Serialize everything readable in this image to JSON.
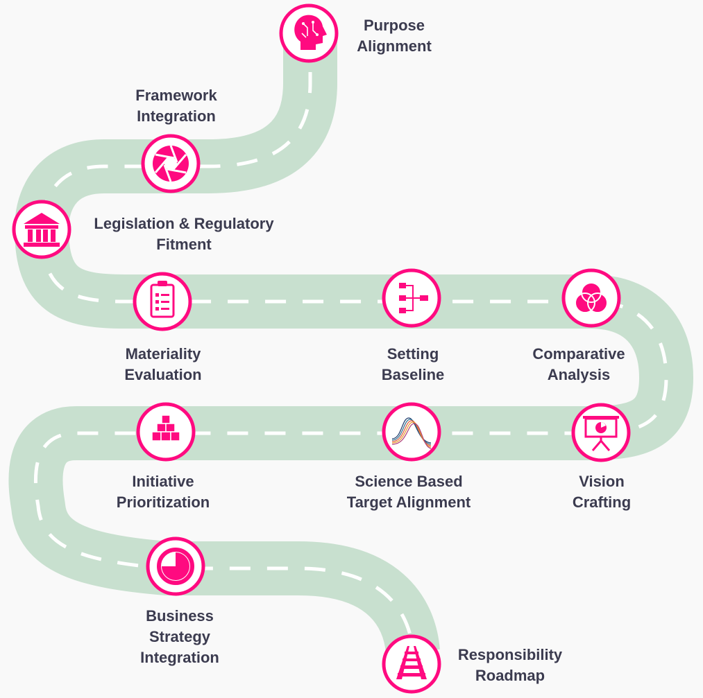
{
  "colors": {
    "road": "#c8e0cf",
    "dash": "#ffffff",
    "accent": "#ff0a80",
    "text": "#3b3b4f"
  },
  "milestones": [
    {
      "id": "purpose",
      "icon": "head-circuit-icon",
      "lines": [
        "Purpose",
        "Alignment"
      ]
    },
    {
      "id": "framework",
      "icon": "aperture-icon",
      "lines": [
        "Framework",
        "Integration"
      ]
    },
    {
      "id": "legislation",
      "icon": "courthouse-icon",
      "lines": [
        "Legislation & Regulatory",
        "Fitment"
      ]
    },
    {
      "id": "materiality",
      "icon": "clipboard-checklist-icon",
      "lines": [
        "Materiality",
        "Evaluation"
      ]
    },
    {
      "id": "baseline",
      "icon": "hierarchy-icon",
      "lines": [
        "Setting",
        "Baseline"
      ]
    },
    {
      "id": "comparative",
      "icon": "venn-circles-icon",
      "lines": [
        "Comparative",
        "Analysis"
      ]
    },
    {
      "id": "vision",
      "icon": "presentation-board-icon",
      "lines": [
        "Vision",
        "Crafting"
      ]
    },
    {
      "id": "science",
      "icon": "wave-curves-icon",
      "lines": [
        "Science Based",
        "Target Alignment"
      ]
    },
    {
      "id": "initiative",
      "icon": "box-pyramid-icon",
      "lines": [
        "Initiative",
        "Prioritization"
      ]
    },
    {
      "id": "business",
      "icon": "pie-chart-icon",
      "lines": [
        "Business",
        "Strategy",
        "Integration"
      ]
    },
    {
      "id": "roadmap",
      "icon": "railway-track-icon",
      "lines": [
        "Responsibility",
        "Roadmap"
      ]
    }
  ]
}
